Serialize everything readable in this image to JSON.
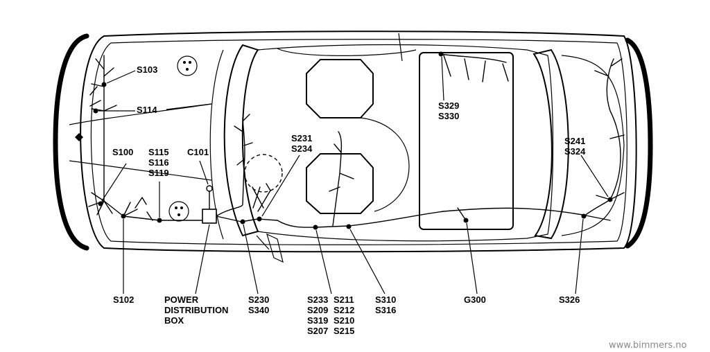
{
  "labels": {
    "s103": "S103",
    "s114": "S114",
    "s100": "S100",
    "s115": "S115",
    "s116": "S116",
    "s119": "S119",
    "c101": "C101",
    "s231": "S231",
    "s234": "S234",
    "s329": "S329",
    "s330": "S330",
    "s241": "S241",
    "s324": "S324",
    "s102": "S102",
    "pdb_1": "POWER",
    "pdb_2": "DISTRIBUTION",
    "pdb_3": "BOX",
    "s230": "S230",
    "s340": "S340",
    "s233": "S233",
    "s209": "S209",
    "s319": "S319",
    "s207": "S207",
    "s211": "S211",
    "s212": "S212",
    "s210": "S210",
    "s215": "S215",
    "s310": "S310",
    "s316": "S316",
    "g300": "G300",
    "s326": "S326"
  },
  "watermark": "www.bimmers.no"
}
